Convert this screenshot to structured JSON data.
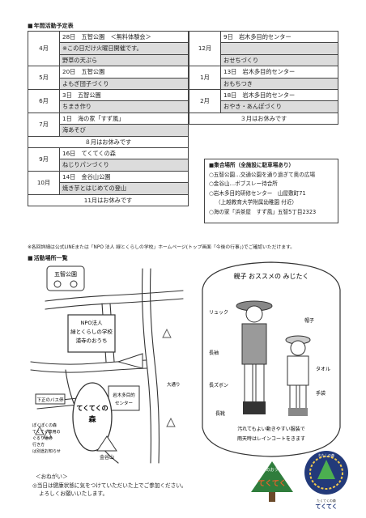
{
  "schedule_heading": "年間活動予定表",
  "left_rows": [
    {
      "month": "4月",
      "entries": [
        "28日　五智公園　＜無料体験会＞",
        "※この日だけ火曜日開催です。",
        "野草の天ぷら"
      ]
    },
    {
      "month": "5月",
      "entries": [
        "20日　五智公園",
        "よもぎ団子づくり"
      ]
    },
    {
      "month": "6月",
      "entries": [
        "3日　五智公園",
        "ちまき作り"
      ]
    },
    {
      "month": "7月",
      "entries": [
        "1日　海の家「すず風」",
        "海あそび"
      ]
    },
    {
      "month": "",
      "entries": [
        "８月はお休みです"
      ]
    },
    {
      "month": "9月",
      "entries": [
        "16日　てくてくの森",
        "ねじりパンづくり"
      ]
    },
    {
      "month": "10月",
      "entries": [
        "14日　金谷山公園",
        "焼き芋とはじめての登山"
      ]
    },
    {
      "month": "",
      "entries": [
        "11月はお休みです"
      ]
    }
  ],
  "right_rows": [
    {
      "month": "12月",
      "entries": [
        "9日　岩木多目的センター",
        "",
        "おせちづくり"
      ]
    },
    {
      "month": "1月",
      "entries": [
        "13日　岩木多目的センター",
        "おもちつき"
      ]
    },
    {
      "month": "2月",
      "entries": [
        "18日　岩木多目的センター",
        "おやき・あんぽづくり"
      ]
    },
    {
      "month": "",
      "entries": [
        "３月はお休みです"
      ]
    }
  ],
  "meeting": {
    "title": "■集合場所（全施設に駐車場あり）",
    "lines": [
      "○五智公園…交通公園を通り過ぎて奥の広場",
      "○金谷山…ボブスレー待合所",
      "○岩木多目的研修センター　山屋敷町71",
      "（上越教育大学附属幼稚園 付近）",
      "○海の家「浜茶屋　すず風」五智5丁目2323"
    ]
  },
  "footnote": "※各回詳細は公式LINEまたは「NPO 法人 緑とくらしの学校」ホームページ(トップ画面「今後の行事」)でご確認いただけます。",
  "places_heading": "活動場所一覧",
  "map": {
    "park": "五智公園",
    "npo": [
      "NPO法人",
      "緑とくらしの学校",
      "浦寺のおうち"
    ],
    "mori": [
      "てくてくの",
      "森"
    ],
    "iwaki": [
      "岩木多目的",
      "センター"
    ],
    "kanaya": "金谷山",
    "stop": "下正のバス停",
    "route": "大通り",
    "note": [
      "ぽくぽくの森",
      "てくてく専用の",
      "ぐるり道の",
      "行き方",
      "は別途お知らせ"
    ]
  },
  "illustration": {
    "title": "親子 おススメの みじたく",
    "labels": [
      "帽子",
      "リュック",
      "長袖",
      "長ズボン",
      "長靴",
      "タオル",
      "手袋"
    ],
    "caption": [
      "汚れてもよい動きやすい服装で",
      "雨天時はレインコートをきます"
    ]
  },
  "request": {
    "title": "＜おねがい＞",
    "lines": [
      "◎当日は健康状態に気をつけていただいた上でご参加ください。",
      "よろしくお願いいたします。"
    ]
  },
  "logos": {
    "left": [
      "森のおうち",
      "てくてく"
    ],
    "right": [
      "わたしの森",
      "たくてくの森",
      "てくてく"
    ]
  }
}
